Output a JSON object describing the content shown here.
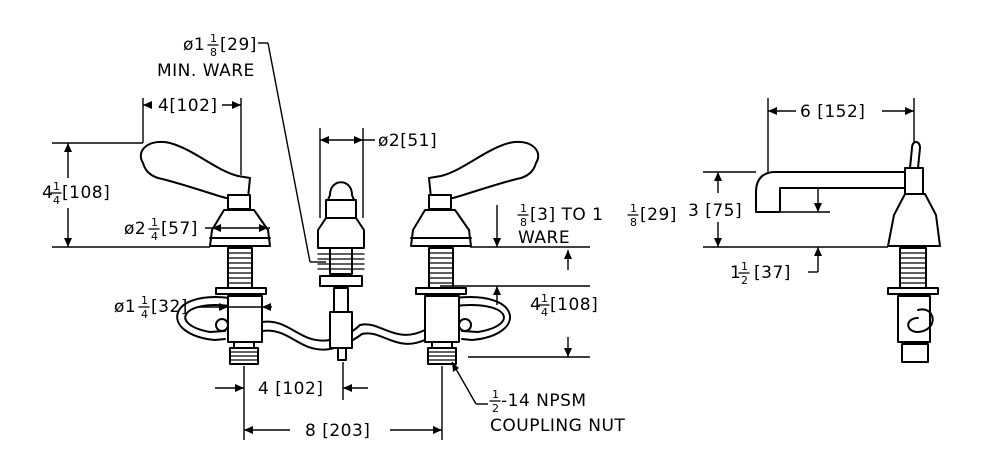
{
  "dimensions": {
    "min_ware_dia": {
      "whole": "ø1",
      "num": "1",
      "den": "8",
      "metric": "[29]",
      "note": "MIN. WARE"
    },
    "handle_reach": {
      "text": "4[102]"
    },
    "spout_dia": {
      "text": "ø2[51]"
    },
    "handle_height": {
      "whole": "4",
      "num": "1",
      "den": "4",
      "metric": "[108]"
    },
    "base_dia": {
      "whole": "ø2",
      "num": "1",
      "den": "4",
      "metric": "[57]"
    },
    "ware_thickness": {
      "num": "1",
      "den": "8",
      "metric1": "[3] TO 1",
      "num2": "1",
      "den2": "8",
      "metric2": "[29]",
      "note": "WARE"
    },
    "shank_dia": {
      "whole": "ø1",
      "num": "1",
      "den": "4",
      "metric": "[32]"
    },
    "shank_length": {
      "whole": "4",
      "num": "1",
      "den": "4",
      "metric": "[108]"
    },
    "center_to_spout": {
      "text": "4 [102]"
    },
    "center_to_center": {
      "text": "8 [203]"
    },
    "coupling": {
      "num": "1",
      "den": "2",
      "rest": "-14 NPSM",
      "note": "COUPLING NUT"
    },
    "spout_reach": {
      "text": "6 [152]"
    },
    "spout_height": {
      "text": "3 [75]"
    },
    "spout_drop": {
      "whole": "1",
      "num": "1",
      "den": "2",
      "metric": "[37]"
    }
  }
}
